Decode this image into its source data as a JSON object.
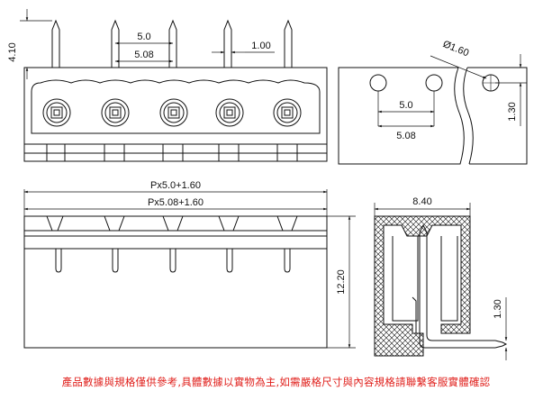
{
  "dimensions": {
    "pin_height": "4.10",
    "inner_pitch": "5.0",
    "outer_pitch": "5.08",
    "pin_width": "1.00",
    "hole_diameter": "Ø1.60",
    "side_pitch_inner": "5.0",
    "side_pitch_outer": "5.08",
    "hole_offset": "1.30",
    "total_width_a": "Px5.0+1.60",
    "total_width_b": "Px5.08+1.60",
    "body_height": "12.20",
    "depth": "8.40",
    "pin_drop": "1.30"
  },
  "note": "產品數據與規格僅供參考,具體數據以實物為主,如需嚴格尺寸與內容規格請聯繫客服實體確認",
  "colors": {
    "line": "#111111",
    "note": "#e0201c"
  },
  "icons": [
    "dimension-arrow-icon",
    "screw-slot-icon",
    "hatch-pattern-icon"
  ]
}
